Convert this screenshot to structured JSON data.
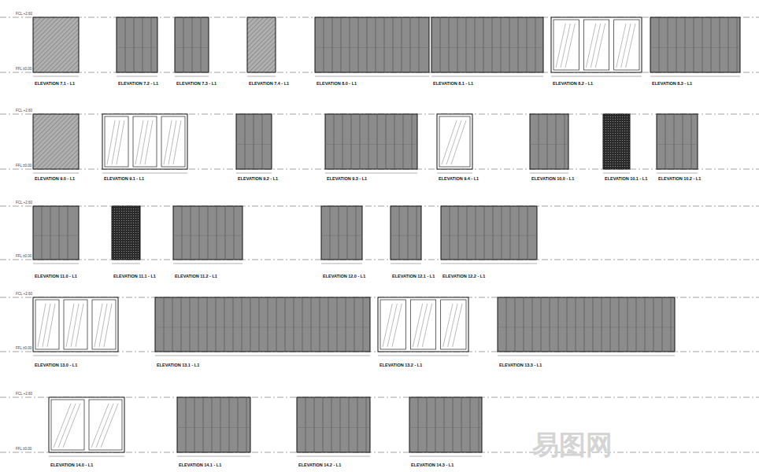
{
  "diagram": {
    "nodes": [
      {
        "text": [
          "ELEVATION 7.1 - L1"
        ]
      },
      {
        "text": [
          "ELEVATION 7.2 - L1"
        ]
      },
      {
        "text": [
          "ELEVATION 7.3 - L1"
        ]
      },
      {
        "text": [
          "ELEVATION 7.4 - L1"
        ]
      },
      {
        "text": [
          "ELEVATION 8.0 - L1"
        ]
      },
      {
        "text": [
          "ELEVATION 8.1 - L1"
        ]
      },
      {
        "text": [
          "ELEVATION 8.2 - L1"
        ]
      },
      {
        "text": [
          "ELEVATION 8.3 - L1"
        ]
      },
      {
        "text": [
          "ELEVATION 9.0 - L1"
        ]
      },
      {
        "text": [
          "ELEVATION 9.1 - L1"
        ]
      },
      {
        "text": [
          "ELEVATION 9.2 - L1"
        ]
      },
      {
        "text": [
          "ELEVATION 9.3 - L1"
        ]
      },
      {
        "text": [
          "ELEVATION 9.4 - L1"
        ]
      },
      {
        "text": [
          "ELEVATION 10.0 - L1"
        ]
      },
      {
        "text": [
          "ELEVATION 10.1 - L1"
        ]
      },
      {
        "text": [
          "ELEVATION 10.2 - L1"
        ]
      },
      {
        "text": [
          "ELEVATION 11.0 - L1"
        ]
      },
      {
        "text": [
          "ELEVATION 11.1 - L1"
        ]
      },
      {
        "text": [
          "ELEVATION 11.2 - L1"
        ]
      },
      {
        "text": [
          "ELEVATION 12.0 - L1"
        ]
      },
      {
        "text": [
          "ELEVATION 12.1 - L1"
        ]
      },
      {
        "text": [
          "ELEVATION 12.2 - L1"
        ]
      },
      {
        "text": [
          "ELEVATION 13.0 - L1"
        ]
      },
      {
        "text": [
          "ELEVATION 13.1 - L1"
        ]
      },
      {
        "text": [
          "ELEVATION 13.2 - L1"
        ]
      },
      {
        "text": [
          "ELEVATION 13.3 - L1"
        ]
      },
      {
        "text": [
          "ELEVATION 14.0 - L1"
        ]
      },
      {
        "text": [
          "ELEVATION 14.1 - L1"
        ]
      },
      {
        "text": [
          "ELEVATION 14.2 - L1"
        ]
      },
      {
        "text": [
          "ELEVATION 14.3 - L1"
        ]
      }
    ],
    "labels": [
      "FCL +2.60",
      "FFL ±0.00",
      "FCL +2.60",
      "FFL ±0.00",
      "FCL +2.60",
      "FFL ±0.00",
      "FCL +2.60",
      "FFL ±0.00",
      "FCL +2.60",
      "FFL ±0.00",
      "易图网"
    ]
  }
}
